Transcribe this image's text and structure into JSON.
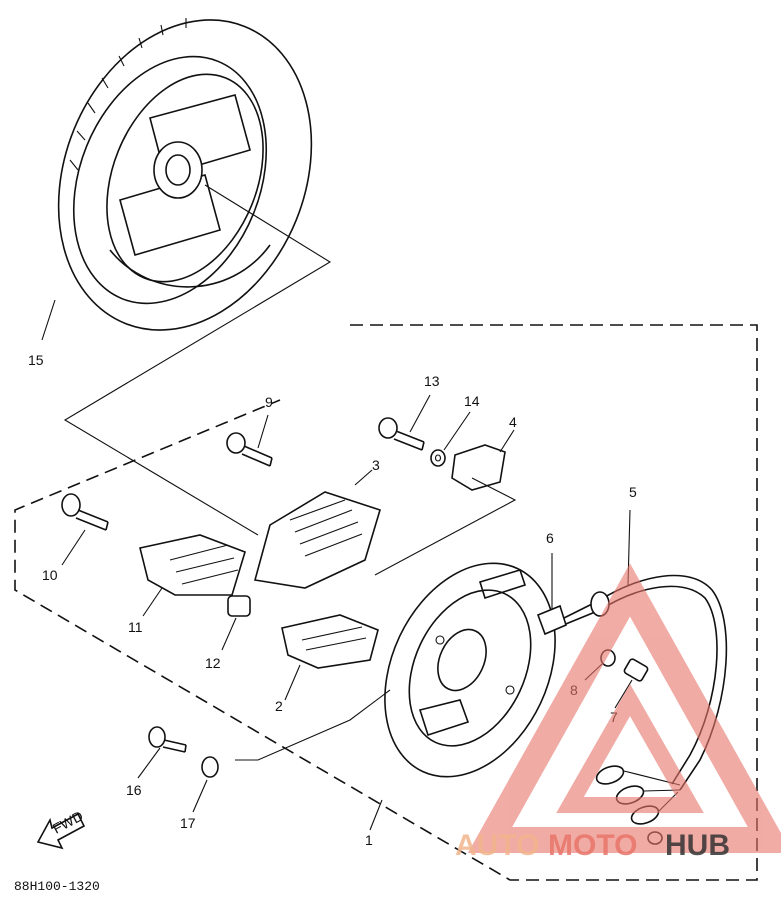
{
  "figure_code": "88H100-1320",
  "fwd_label": "FWD",
  "watermark": {
    "part1": "AUTO",
    "part2": "MOTO",
    "part3": "HUB",
    "color_light": "#f2b58c",
    "color_mid": "#e8756a",
    "color_dark": "#333333"
  },
  "callouts": {
    "c1": "1",
    "c2": "2",
    "c3": "3",
    "c4": "4",
    "c5": "5",
    "c6": "6",
    "c7": "7",
    "c8": "8",
    "c9": "9",
    "c10": "10",
    "c11": "11",
    "c12": "12",
    "c13": "13",
    "c14": "14",
    "c15": "15",
    "c16": "16",
    "c17": "17"
  },
  "icons": {
    "flywheel": "flywheel-rotor-icon",
    "stator": "stator-base-plate-icon",
    "fwd": "fwd-arrow-icon"
  }
}
